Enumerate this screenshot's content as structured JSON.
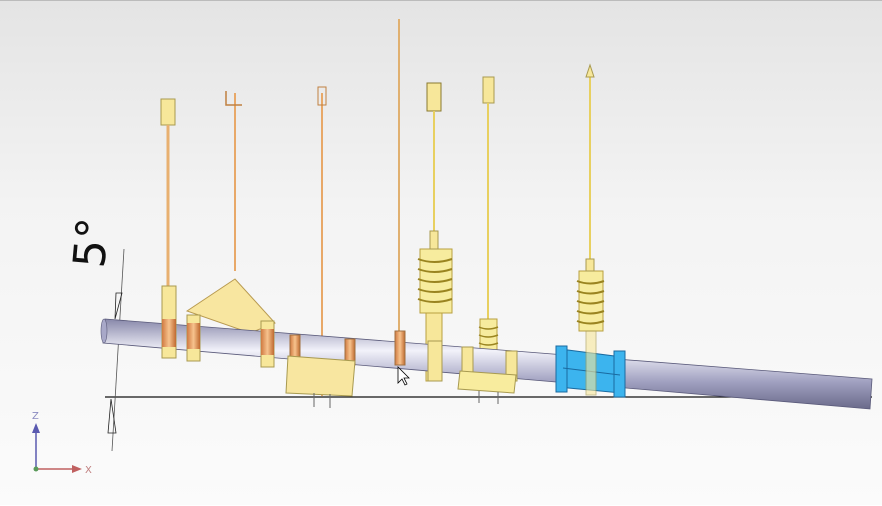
{
  "annotation": {
    "angle_label": "5°"
  },
  "triad": {
    "z_label": "Z",
    "x_label": "X"
  },
  "colors": {
    "pipe": "#a8a8c8",
    "hanger_yellow": "#f7e79a",
    "hanger_orange": "#e8a868",
    "valve_blue": "#3cb4ee",
    "z_axis": "#5a5ab0",
    "x_axis": "#c06060"
  }
}
